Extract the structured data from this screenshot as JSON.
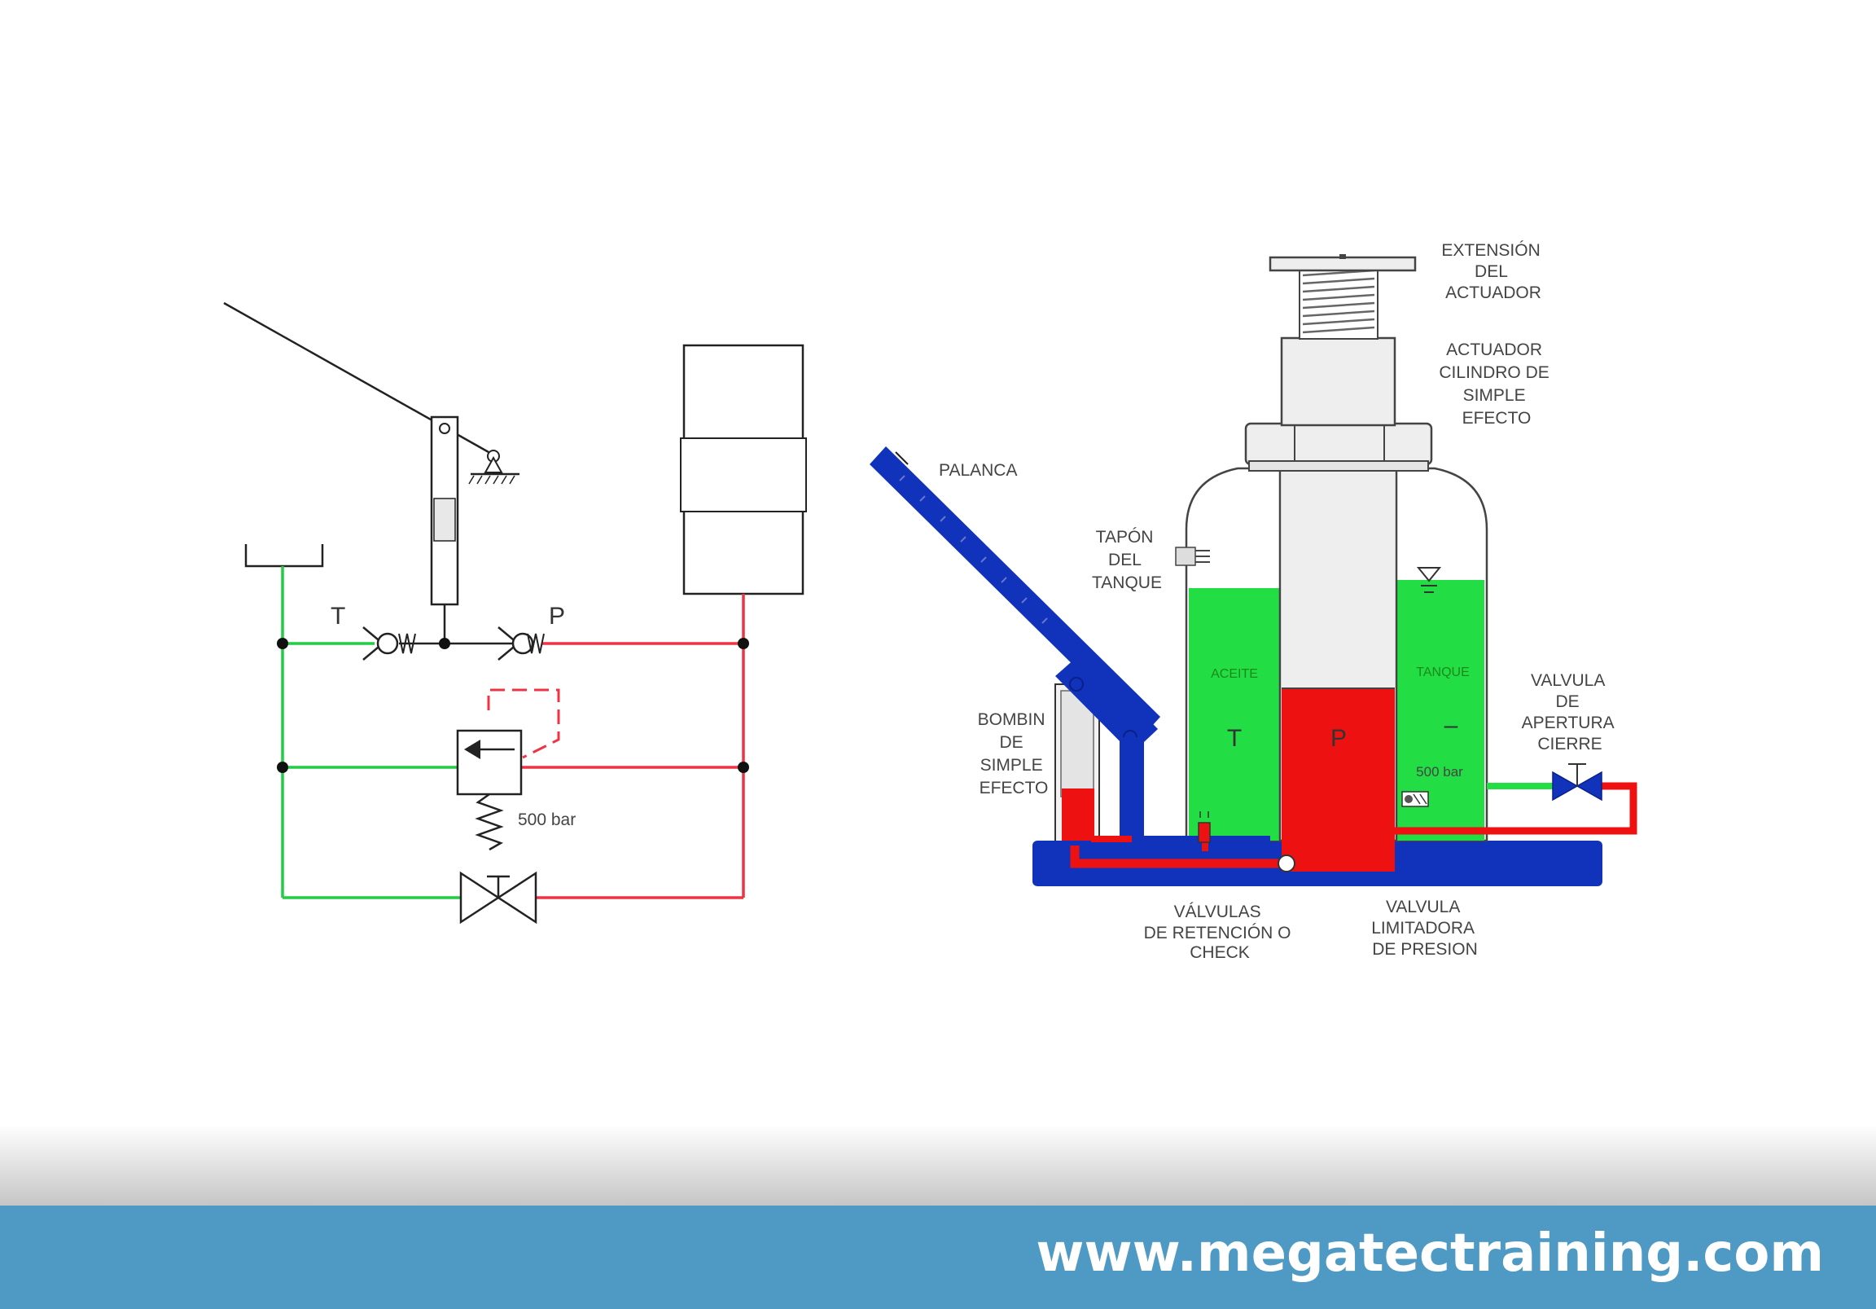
{
  "colors": {
    "pressure": "#ee1111",
    "tank": "#22dd44",
    "mechanism": "#1133bb",
    "footer_bg": "#4e9ac5",
    "pressure_line": "#ee3344",
    "tank_line": "#22cc44"
  },
  "schematic": {
    "port_t": "T",
    "port_p": "P",
    "relief_pressure": "500 bar"
  },
  "jack": {
    "label_extension": [
      "EXTENSIÓN",
      "DEL",
      "ACTUADOR"
    ],
    "label_actuator": [
      "ACTUADOR",
      "CILINDRO DE",
      "SIMPLE",
      "EFECTO"
    ],
    "label_lever": "PALANCA",
    "label_tank_cap": [
      "TAPÓN",
      "DEL",
      "TANQUE"
    ],
    "label_pump": [
      "BOMBIN",
      "DE",
      "SIMPLE",
      "EFECTO"
    ],
    "label_oil": "ACEITE",
    "label_tank": "TANQUE",
    "port_t": "T",
    "port_p": "P",
    "tank_minus": "–",
    "relief_pressure": "500 bar",
    "label_valve": [
      "VALVULA",
      "DE",
      "APERTURA",
      "CIERRE"
    ],
    "label_check_valves": [
      "VÁLVULAS",
      "DE RETENCIÓN O",
      "CHECK"
    ],
    "label_relief_valve": [
      "VALVULA",
      "LIMITADORA",
      "DE PRESION"
    ]
  },
  "footer": {
    "url": "www.megatectraining.com"
  }
}
